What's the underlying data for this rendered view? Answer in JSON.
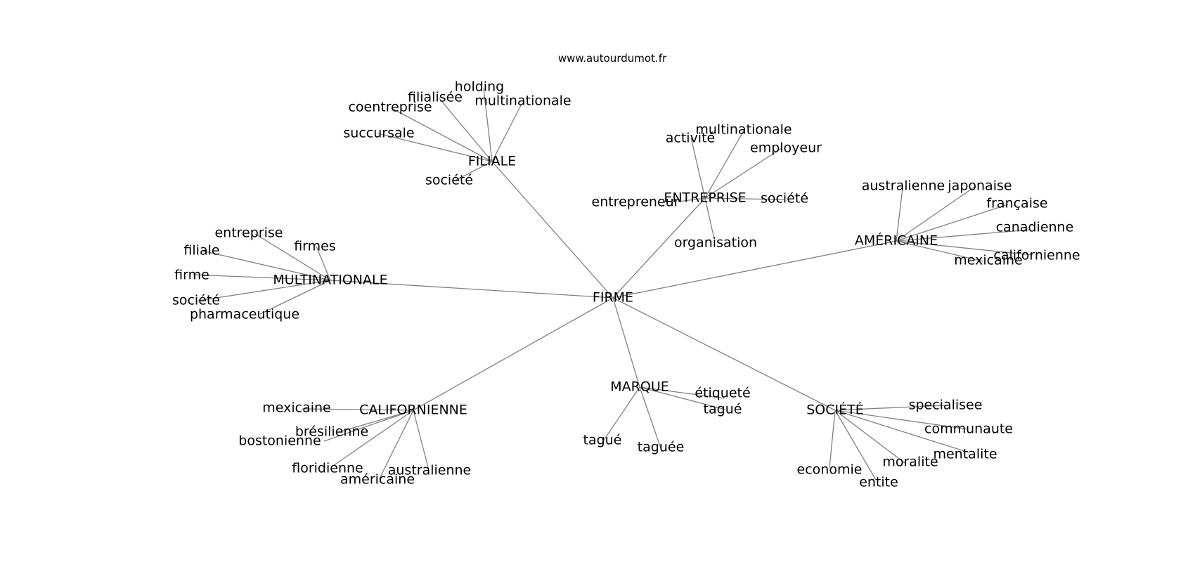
{
  "source": "www.autourdumot.fr",
  "center": {
    "label": "FIRME"
  },
  "hubs": [
    {
      "label": "FILIALE",
      "words": [
        "holding",
        "filialisée",
        "multinationale",
        "coentreprise",
        "succursale",
        "société"
      ]
    },
    {
      "label": "ENTREPRISE",
      "words": [
        "multinationale",
        "activité",
        "employeur",
        "entrepreneur",
        "société",
        "organisation"
      ]
    },
    {
      "label": "AMÉRICAINE",
      "words": [
        "australienne",
        "japonaise",
        "française",
        "canadienne",
        "californienne",
        "mexicaine"
      ]
    },
    {
      "label": "MULTINATIONALE",
      "words": [
        "entreprise",
        "firmes",
        "filiale",
        "firme",
        "société",
        "pharmaceutique"
      ]
    },
    {
      "label": "CALIFORNIENNE",
      "words": [
        "mexicaine",
        "brésilienne",
        "bostonienne",
        "floridienne",
        "américaine",
        "australienne"
      ]
    },
    {
      "label": "MARQUE",
      "words": [
        "étiqueté",
        "tagué",
        "tagué",
        "taguée"
      ]
    },
    {
      "label": "SOCIÉTÉ",
      "words": [
        "specialisee",
        "communaute",
        "mentalite",
        "moralite",
        "economie",
        "entite"
      ]
    }
  ]
}
